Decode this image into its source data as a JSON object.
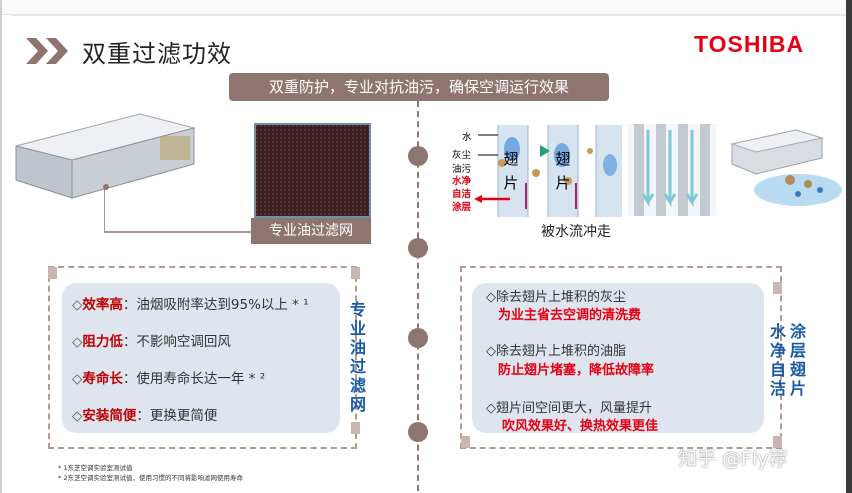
{
  "header": {
    "title": "双重过滤功效",
    "brand": "TOSHIBA",
    "banner": "双重防护，专业对抗油污，确保空调运行效果"
  },
  "left": {
    "filter_label": "专业油过滤网",
    "side_title": "专业油过滤网",
    "features": [
      {
        "key": "效率高",
        "text": "：油烟吸附率达到95%以上 * ¹"
      },
      {
        "key": "阻力低",
        "text": "：不影响空调回风"
      },
      {
        "key": "寿命长",
        "text": "：使用寿命长达一年 * ²"
      },
      {
        "key": "安装简便",
        "text": "：更换更简便"
      }
    ],
    "bullet": "◇",
    "notes": [
      "* 1东芝空调实验室测试值",
      "* 2东芝空调实验室测试值，使用习惯的不同将影响滤网使用寿命"
    ]
  },
  "right": {
    "diagram_labels": {
      "water": "水",
      "dust": "灰尘",
      "oil": "油污",
      "coat1": "水净",
      "coat2": "自洁",
      "coat3": "涂层",
      "fin": "翅片"
    },
    "flow_caption": "被水流冲走",
    "side_title_1": "涂层翅片",
    "side_title_2": "水净自洁",
    "features": [
      {
        "text": "除去翅片上堆积的灰尘",
        "sub": "为业主省去空调的清洗费"
      },
      {
        "text": "除去翅片上堆积的油脂",
        "sub": "防止翅片堵塞，降低故障率"
      },
      {
        "text": "翅片间空间更大，风量提升",
        "sub": "吹风效果好、换热效果更佳"
      }
    ]
  },
  "watermark": "知乎 @Fly荐",
  "colors": {
    "accent": "#8f7570",
    "brand": "#e60012",
    "highlight": "#c00000",
    "side_text": "#1a5aa8",
    "panel": "#dfe5ef"
  }
}
